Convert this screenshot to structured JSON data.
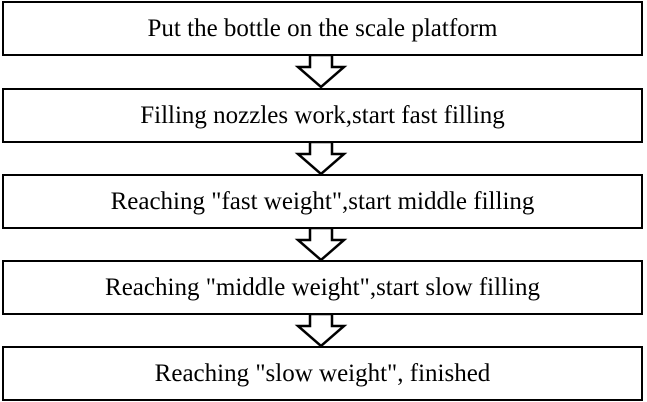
{
  "flowchart": {
    "steps": [
      {
        "label": "Put the bottle on the scale platform"
      },
      {
        "label": "Filling nozzles work,start fast filling"
      },
      {
        "label": "Reaching \"fast weight\",start middle filling"
      },
      {
        "label": "Reaching \"middle weight\",start slow filling"
      },
      {
        "label": "Reaching \"slow weight\", finished"
      }
    ],
    "arrow_icon": "down-arrow-icon",
    "colors": {
      "stroke": "#000000",
      "background": "#ffffff"
    }
  }
}
